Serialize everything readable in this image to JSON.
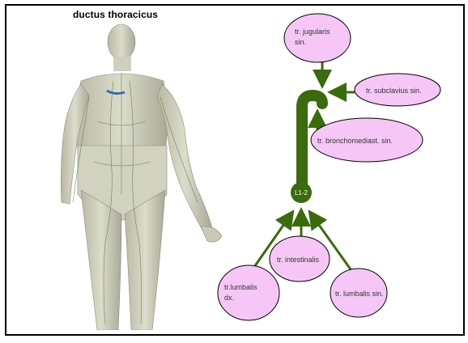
{
  "title": "ductus thoracicus",
  "figure": {
    "description_icon": "anatomical-body-figure"
  },
  "diagram": {
    "center_label": "L1-2",
    "nodes": [
      {
        "id": "jugularis",
        "line1": "tr. jugularis",
        "line2": "sin."
      },
      {
        "id": "subclavius",
        "line1": "tr. subclavius sin.",
        "line2": ""
      },
      {
        "id": "bronchomediast",
        "line1": "tr. bronchomediast.  sin.",
        "line2": ""
      },
      {
        "id": "intestinalis",
        "line1": "tr. intestinalis",
        "line2": ""
      },
      {
        "id": "lumbalis-dx",
        "line1": "tr.lumbalis",
        "line2": "dx."
      },
      {
        "id": "lumbalis-sin",
        "line1": "tr. lumbalis   sin.",
        "line2": ""
      }
    ],
    "colors": {
      "node_fill": "#f6c7f6",
      "node_stroke": "#000000",
      "duct": "#3a6b0c"
    }
  }
}
